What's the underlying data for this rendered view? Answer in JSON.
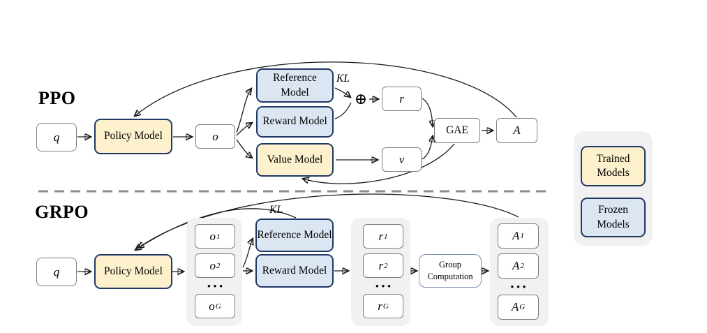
{
  "ppo": {
    "section_label": "PPO",
    "nodes": {
      "q": "q",
      "policy": "Policy Model",
      "o": "o",
      "reference": "Reference Model",
      "reward": "Reward Model",
      "value": "Value Model",
      "kl": "KL",
      "oplus": "⊕",
      "r": "r",
      "v": "v",
      "gae": "GAE",
      "a": "A"
    }
  },
  "grpo": {
    "section_label": "GRPO",
    "nodes": {
      "q": "q",
      "policy": "Policy Model",
      "kl": "KL",
      "reference": "Reference Model",
      "reward": "Reward Model",
      "group_computation": "Group Computation",
      "o_items": [
        {
          "base": "o",
          "sub": "1"
        },
        {
          "base": "o",
          "sub": "2"
        },
        {
          "base": "o",
          "sub": "G"
        }
      ],
      "r_items": [
        {
          "base": "r",
          "sub": "1"
        },
        {
          "base": "r",
          "sub": "2"
        },
        {
          "base": "r",
          "sub": "G"
        }
      ],
      "a_items": [
        {
          "base": "A",
          "sub": "1"
        },
        {
          "base": "A",
          "sub": "2"
        },
        {
          "base": "A",
          "sub": "G"
        }
      ],
      "ellipsis": "•••"
    }
  },
  "legend": {
    "trained": "Trained Models",
    "frozen": "Frozen Models"
  },
  "colors": {
    "trained_fill": "#FCF0CD",
    "frozen_fill": "#DBE6F2",
    "model_border": "#1F3864",
    "plain_border": "#7F7F7F",
    "group_panel_bg": "#F1F1F1",
    "divider": "#8A8A8A",
    "arrow": "#1A1A1A"
  }
}
